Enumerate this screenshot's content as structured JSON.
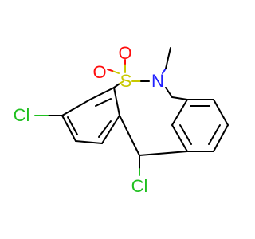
{
  "molecule": {
    "atoms": {
      "o1": "O",
      "o2": "O",
      "s": "S",
      "n": "N",
      "cl_left": "Cl",
      "cl_bottom": "Cl"
    },
    "colors": {
      "bond": "#000000",
      "S": "#c8c800",
      "O": "#ff0d0d",
      "N": "#2020ff",
      "Cl": "#20c020"
    }
  }
}
